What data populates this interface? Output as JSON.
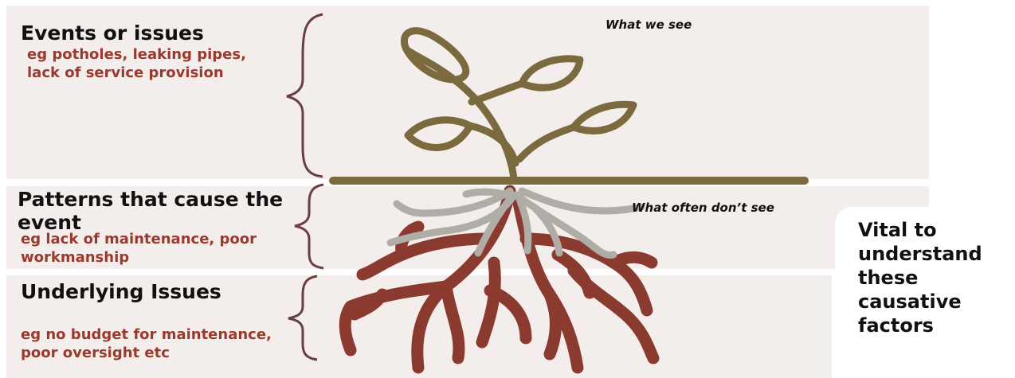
{
  "sections": {
    "events": {
      "heading": "Events or issues",
      "example": "eg potholes, leaking pipes, lack of service provision"
    },
    "patterns": {
      "heading": "Patterns that cause the event",
      "example": "eg lack of maintenance, poor workmanship"
    },
    "underlying": {
      "heading": "Underlying Issues",
      "example": "eg no budget for maintenance, poor oversight etc"
    }
  },
  "notes": {
    "visible": "What we see",
    "hidden": "What often don’t see"
  },
  "callout": "Vital to understand these causative factors",
  "colors": {
    "band": "#f3eeec",
    "plant": "#7a6a3e",
    "roots_dark": "#8a3a2e",
    "roots_light": "#b0aca6",
    "example_text": "#9a3a2c",
    "brace": "#6b3f3f"
  }
}
